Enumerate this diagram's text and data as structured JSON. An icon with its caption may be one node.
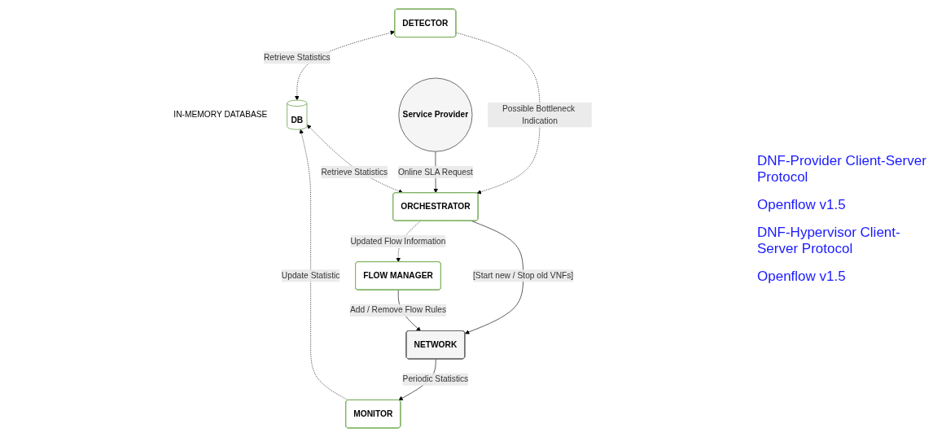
{
  "diagram": {
    "nodes": [
      {
        "text": [
          "DETECTOR"
        ]
      },
      {
        "text": [
          "Service Provider"
        ]
      },
      {
        "text": [
          "MONITOR"
        ]
      },
      {
        "text": [
          "DB"
        ],
        "beside": [
          "IN-MEMORY DATABASE"
        ]
      },
      {
        "text": [
          "ORCHESTRATOR"
        ]
      },
      {
        "text": [
          "FLOW MANAGER"
        ]
      },
      {
        "text": [
          "NETWORK"
        ]
      }
    ],
    "edges": [
      {
        "from": 0,
        "to": 3,
        "arrow": "both",
        "style": "dashed",
        "label": "Retrieve Statistics"
      },
      {
        "from": 0,
        "to": 4,
        "arrow": "to",
        "style": "dashed",
        "label": "Possible Bottleneck Indication"
      },
      {
        "from": 1,
        "to": 4,
        "arrow": "to",
        "label": "Online SLA Request"
      },
      {
        "from": 2,
        "to": 3,
        "arrow": "to",
        "style": "dashed",
        "label": "Update Statistic"
      },
      {
        "from": 3,
        "to": 4,
        "arrow": "both",
        "style": "dashed",
        "label": "Retrieve Statistics"
      },
      {
        "from": 4,
        "to": 5,
        "arrow": "to",
        "style": "dashed",
        "label": "Updated Flow Information"
      },
      {
        "from": 6,
        "to": 2,
        "arrow": "to",
        "label": "Periodic Statistics"
      },
      {
        "from": 4,
        "to": 6,
        "arrow": "to",
        "label": "[Start new / Stop old VNFs]"
      },
      {
        "from": 5,
        "to": 6,
        "arrow": "to",
        "label": "Add / Remove Flow Rules"
      }
    ],
    "labels": [
      "DNF-Provider Client-Server Protocol",
      "Openflow v1.5",
      "DNF-Hypervisor Client-Server Protocol",
      "Openflow v1.5"
    ]
  }
}
